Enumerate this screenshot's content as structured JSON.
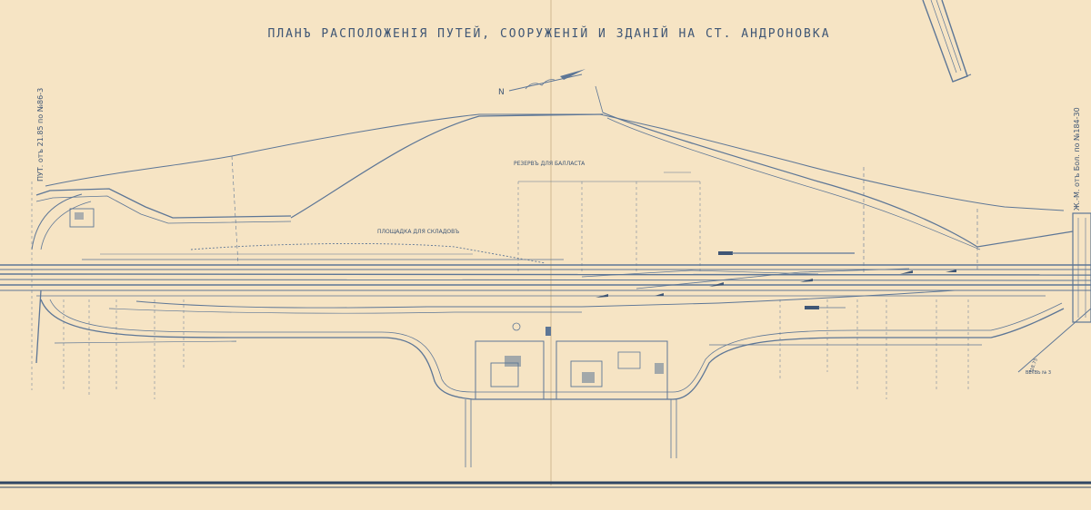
{
  "map": {
    "title": "ПЛАНЪ РАСПОЛОЖЕНІЯ ПУТЕЙ, СООРУЖЕНІЙ И ЗДАНІЙ НА СТ. АНДРОНОВКА",
    "north_label": "N",
    "label_reserve": "РЕЗЕРВЪ ДЛЯ БАЛЛАСТА",
    "label_platform": "ПЛОЩАДКА ДЛЯ СКЛАДОВЪ",
    "label_left_side": "ПУТ. отъ 21.85 по №86-3",
    "label_right_side": "Ж.-М. отъ Бол. по №184-30",
    "label_branch": "ВЕТВЬ № 3",
    "label_right_vertical": "318.75",
    "ink_color": "#5d7696",
    "paper_color": "#f6e4c4"
  }
}
